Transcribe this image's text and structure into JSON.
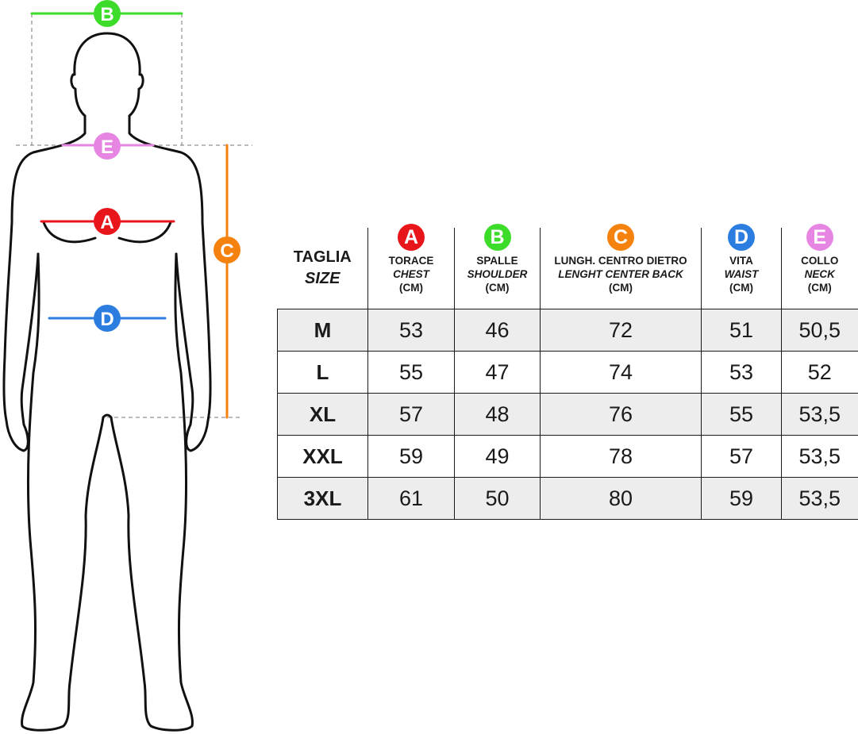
{
  "markers": [
    {
      "letter": "A",
      "color": "#e8151b"
    },
    {
      "letter": "B",
      "color": "#3ddc2a"
    },
    {
      "letter": "C",
      "color": "#f5820f"
    },
    {
      "letter": "D",
      "color": "#2b7de0"
    },
    {
      "letter": "E",
      "color": "#e686e2"
    }
  ],
  "table": {
    "size_header": {
      "it": "TAGLIA",
      "en": "SIZE"
    },
    "columns": [
      {
        "letter": "A",
        "color": "#e8151b",
        "it": "TORACE",
        "en": "CHEST",
        "unit": "(CM)"
      },
      {
        "letter": "B",
        "color": "#3ddc2a",
        "it": "SPALLE",
        "en": "SHOULDER",
        "unit": "(CM)"
      },
      {
        "letter": "C",
        "color": "#f5820f",
        "it": "LUNGH. CENTRO DIETRO",
        "en": "LENGHT CENTER BACK",
        "unit": "(CM)"
      },
      {
        "letter": "D",
        "color": "#2b7de0",
        "it": "VITA",
        "en": "WAIST",
        "unit": "(CM)"
      },
      {
        "letter": "E",
        "color": "#e686e2",
        "it": "COLLO",
        "en": "NECK",
        "unit": "(CM)"
      }
    ],
    "rows": [
      {
        "size": "M",
        "values": [
          "53",
          "46",
          "72",
          "51",
          "50,5"
        ]
      },
      {
        "size": "L",
        "values": [
          "55",
          "47",
          "74",
          "53",
          "52"
        ]
      },
      {
        "size": "XL",
        "values": [
          "57",
          "48",
          "76",
          "55",
          "53,5"
        ]
      },
      {
        "size": "XXL",
        "values": [
          "59",
          "49",
          "78",
          "57",
          "53,5"
        ]
      },
      {
        "size": "3XL",
        "values": [
          "61",
          "50",
          "80",
          "59",
          "53,5"
        ]
      }
    ]
  }
}
